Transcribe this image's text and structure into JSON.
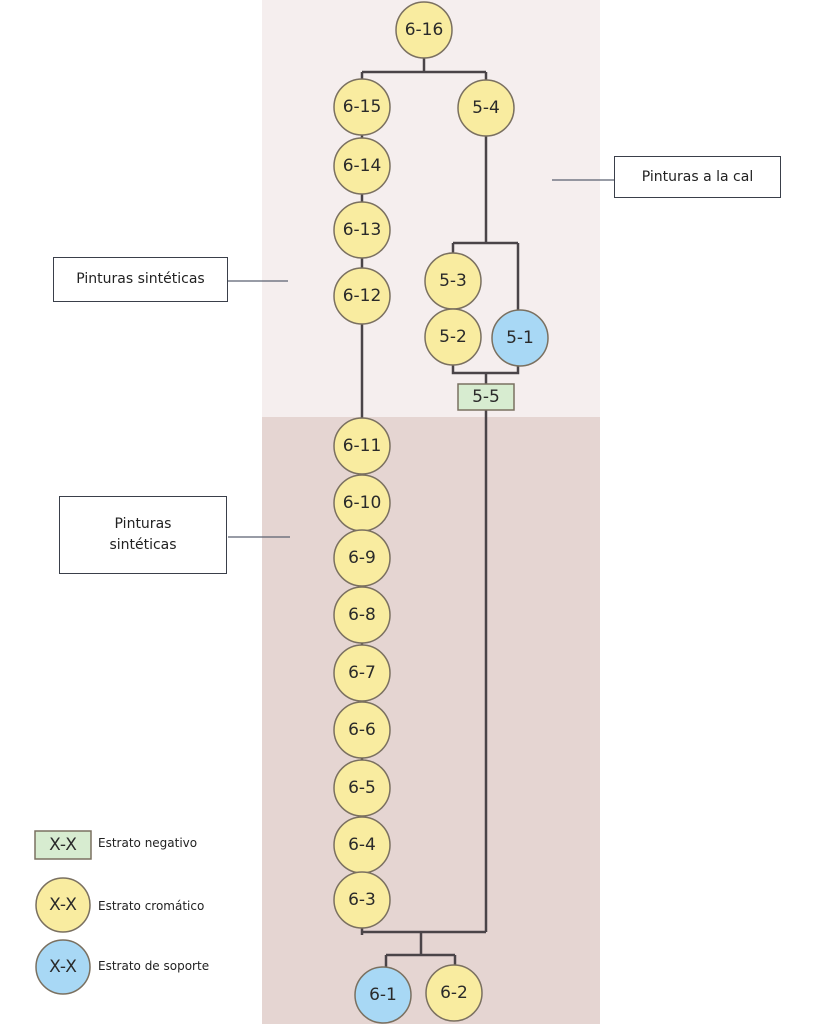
{
  "colors": {
    "chromatic": "#f9eca0",
    "support": "#a8d8f5",
    "negative": "#d7ecd0",
    "stroke": "#7a7060",
    "line": "#4a4448",
    "region_upper": "#f5eeee",
    "region_lower": "#e5d5d2"
  },
  "nodes": [
    {
      "id": "6-16",
      "type": "chromatic"
    },
    {
      "id": "6-15",
      "type": "chromatic"
    },
    {
      "id": "5-4",
      "type": "chromatic"
    },
    {
      "id": "6-14",
      "type": "chromatic"
    },
    {
      "id": "6-13",
      "type": "chromatic"
    },
    {
      "id": "6-12",
      "type": "chromatic"
    },
    {
      "id": "5-3",
      "type": "chromatic"
    },
    {
      "id": "5-2",
      "type": "chromatic"
    },
    {
      "id": "5-1",
      "type": "support"
    },
    {
      "id": "5-5",
      "type": "negative"
    },
    {
      "id": "6-11",
      "type": "chromatic"
    },
    {
      "id": "6-10",
      "type": "chromatic"
    },
    {
      "id": "6-9",
      "type": "chromatic"
    },
    {
      "id": "6-8",
      "type": "chromatic"
    },
    {
      "id": "6-7",
      "type": "chromatic"
    },
    {
      "id": "6-6",
      "type": "chromatic"
    },
    {
      "id": "6-5",
      "type": "chromatic"
    },
    {
      "id": "6-4",
      "type": "chromatic"
    },
    {
      "id": "6-3",
      "type": "chromatic"
    },
    {
      "id": "6-1",
      "type": "support"
    },
    {
      "id": "6-2",
      "type": "chromatic"
    }
  ],
  "labels": {
    "upper_left": "Pinturas sintéticas",
    "upper_right": "Pinturas a la cal",
    "lower_left": "Pinturas sintéticas"
  },
  "legend": [
    {
      "symbol": "X-X",
      "type": "negative",
      "text": "Estrato negativo"
    },
    {
      "symbol": "X-X",
      "type": "chromatic",
      "text": "Estrato cromático"
    },
    {
      "symbol": "X-X",
      "type": "support",
      "text": "Estrato de soporte"
    }
  ]
}
